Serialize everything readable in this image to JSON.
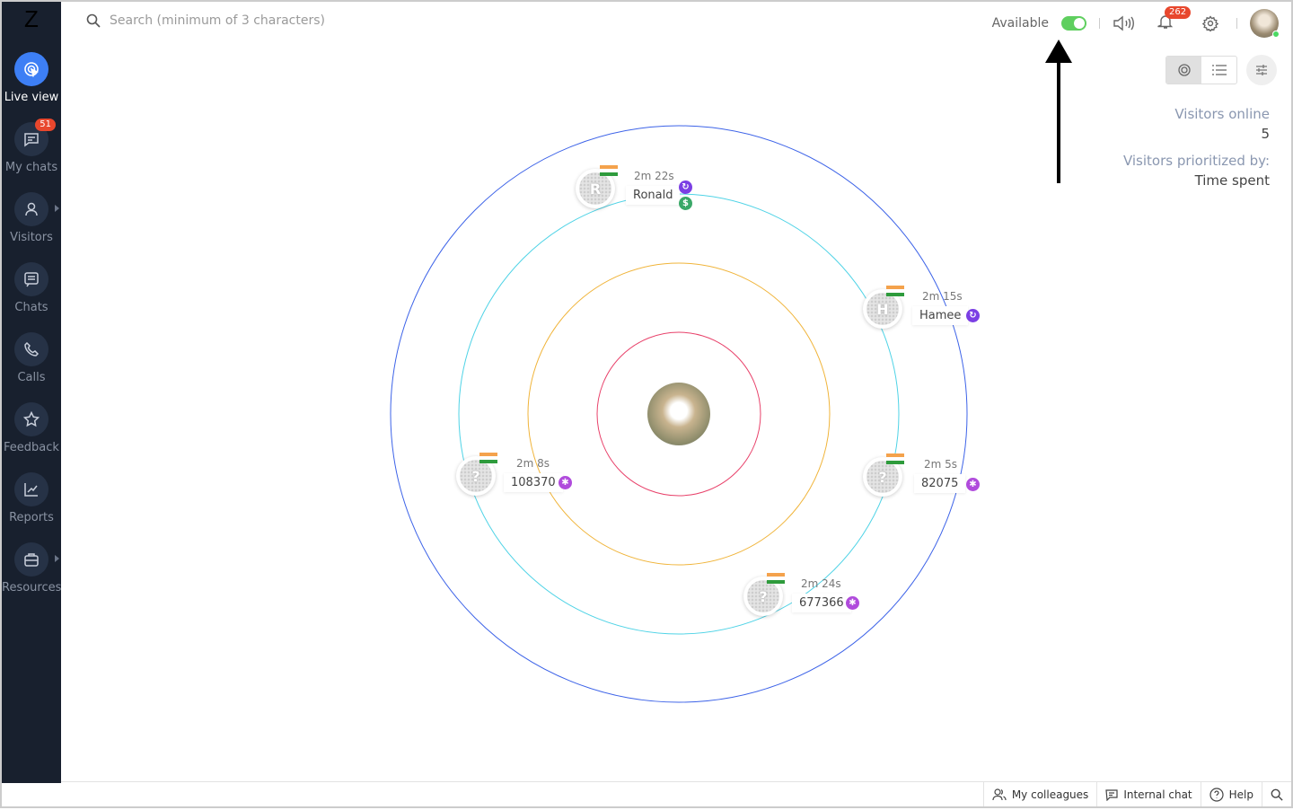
{
  "logo": "Z",
  "sidebar": {
    "items": [
      {
        "label": "Live view",
        "icon": "live-view-icon",
        "active": true
      },
      {
        "label": "My chats",
        "icon": "chat-icon",
        "badge": "51"
      },
      {
        "label": "Visitors",
        "icon": "user-icon"
      },
      {
        "label": "Chats",
        "icon": "chats-icon"
      },
      {
        "label": "Calls",
        "icon": "phone-icon"
      },
      {
        "label": "Feedback",
        "icon": "star-icon"
      },
      {
        "label": "Reports",
        "icon": "chart-icon"
      },
      {
        "label": "Resources",
        "icon": "briefcase-icon"
      }
    ]
  },
  "search": {
    "placeholder": "Search (minimum of 3 characters)"
  },
  "header": {
    "status": "Available",
    "notifications": "262"
  },
  "stats": {
    "online_label": "Visitors online",
    "online_value": "5",
    "priority_label": "Visitors prioritized by:",
    "priority_value": "Time spent"
  },
  "visitors": [
    {
      "name": "Ronald",
      "time": "2m 22s",
      "initial": "R"
    },
    {
      "name": "Hamee",
      "time": "2m 15s",
      "initial": "H"
    },
    {
      "name": "108370",
      "time": "2m 8s",
      "initial": "?"
    },
    {
      "name": "82075",
      "time": "2m 5s",
      "initial": "?"
    },
    {
      "name": "677366",
      "time": "2m 24s",
      "initial": "?"
    }
  ],
  "colors": {
    "accent": "#3d7ff5",
    "returning": "#7b3fe4",
    "paid": "#3aa868",
    "new": "#b04bdc"
  },
  "footer": {
    "colleagues": "My colleagues",
    "internal": "Internal chat",
    "help": "Help"
  }
}
